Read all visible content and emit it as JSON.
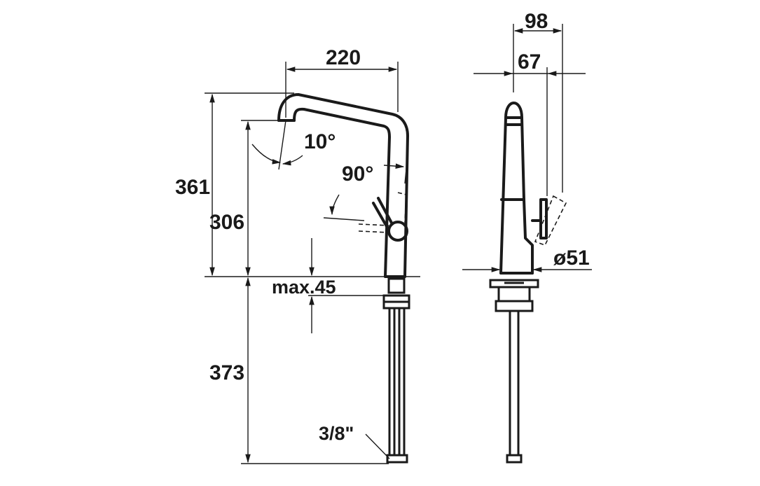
{
  "front_view": {
    "width_label": "220",
    "total_height_label": "361",
    "spout_height_label": "306",
    "spout_angle_label": "10°",
    "lever_angle_label": "90°",
    "deck_thickness_label": "max.45",
    "hose_length_label": "373",
    "connection_label": "3/8\""
  },
  "side_view": {
    "overall_depth_label": "98",
    "spout_depth_label": "67",
    "base_diameter_label": "ø51"
  }
}
